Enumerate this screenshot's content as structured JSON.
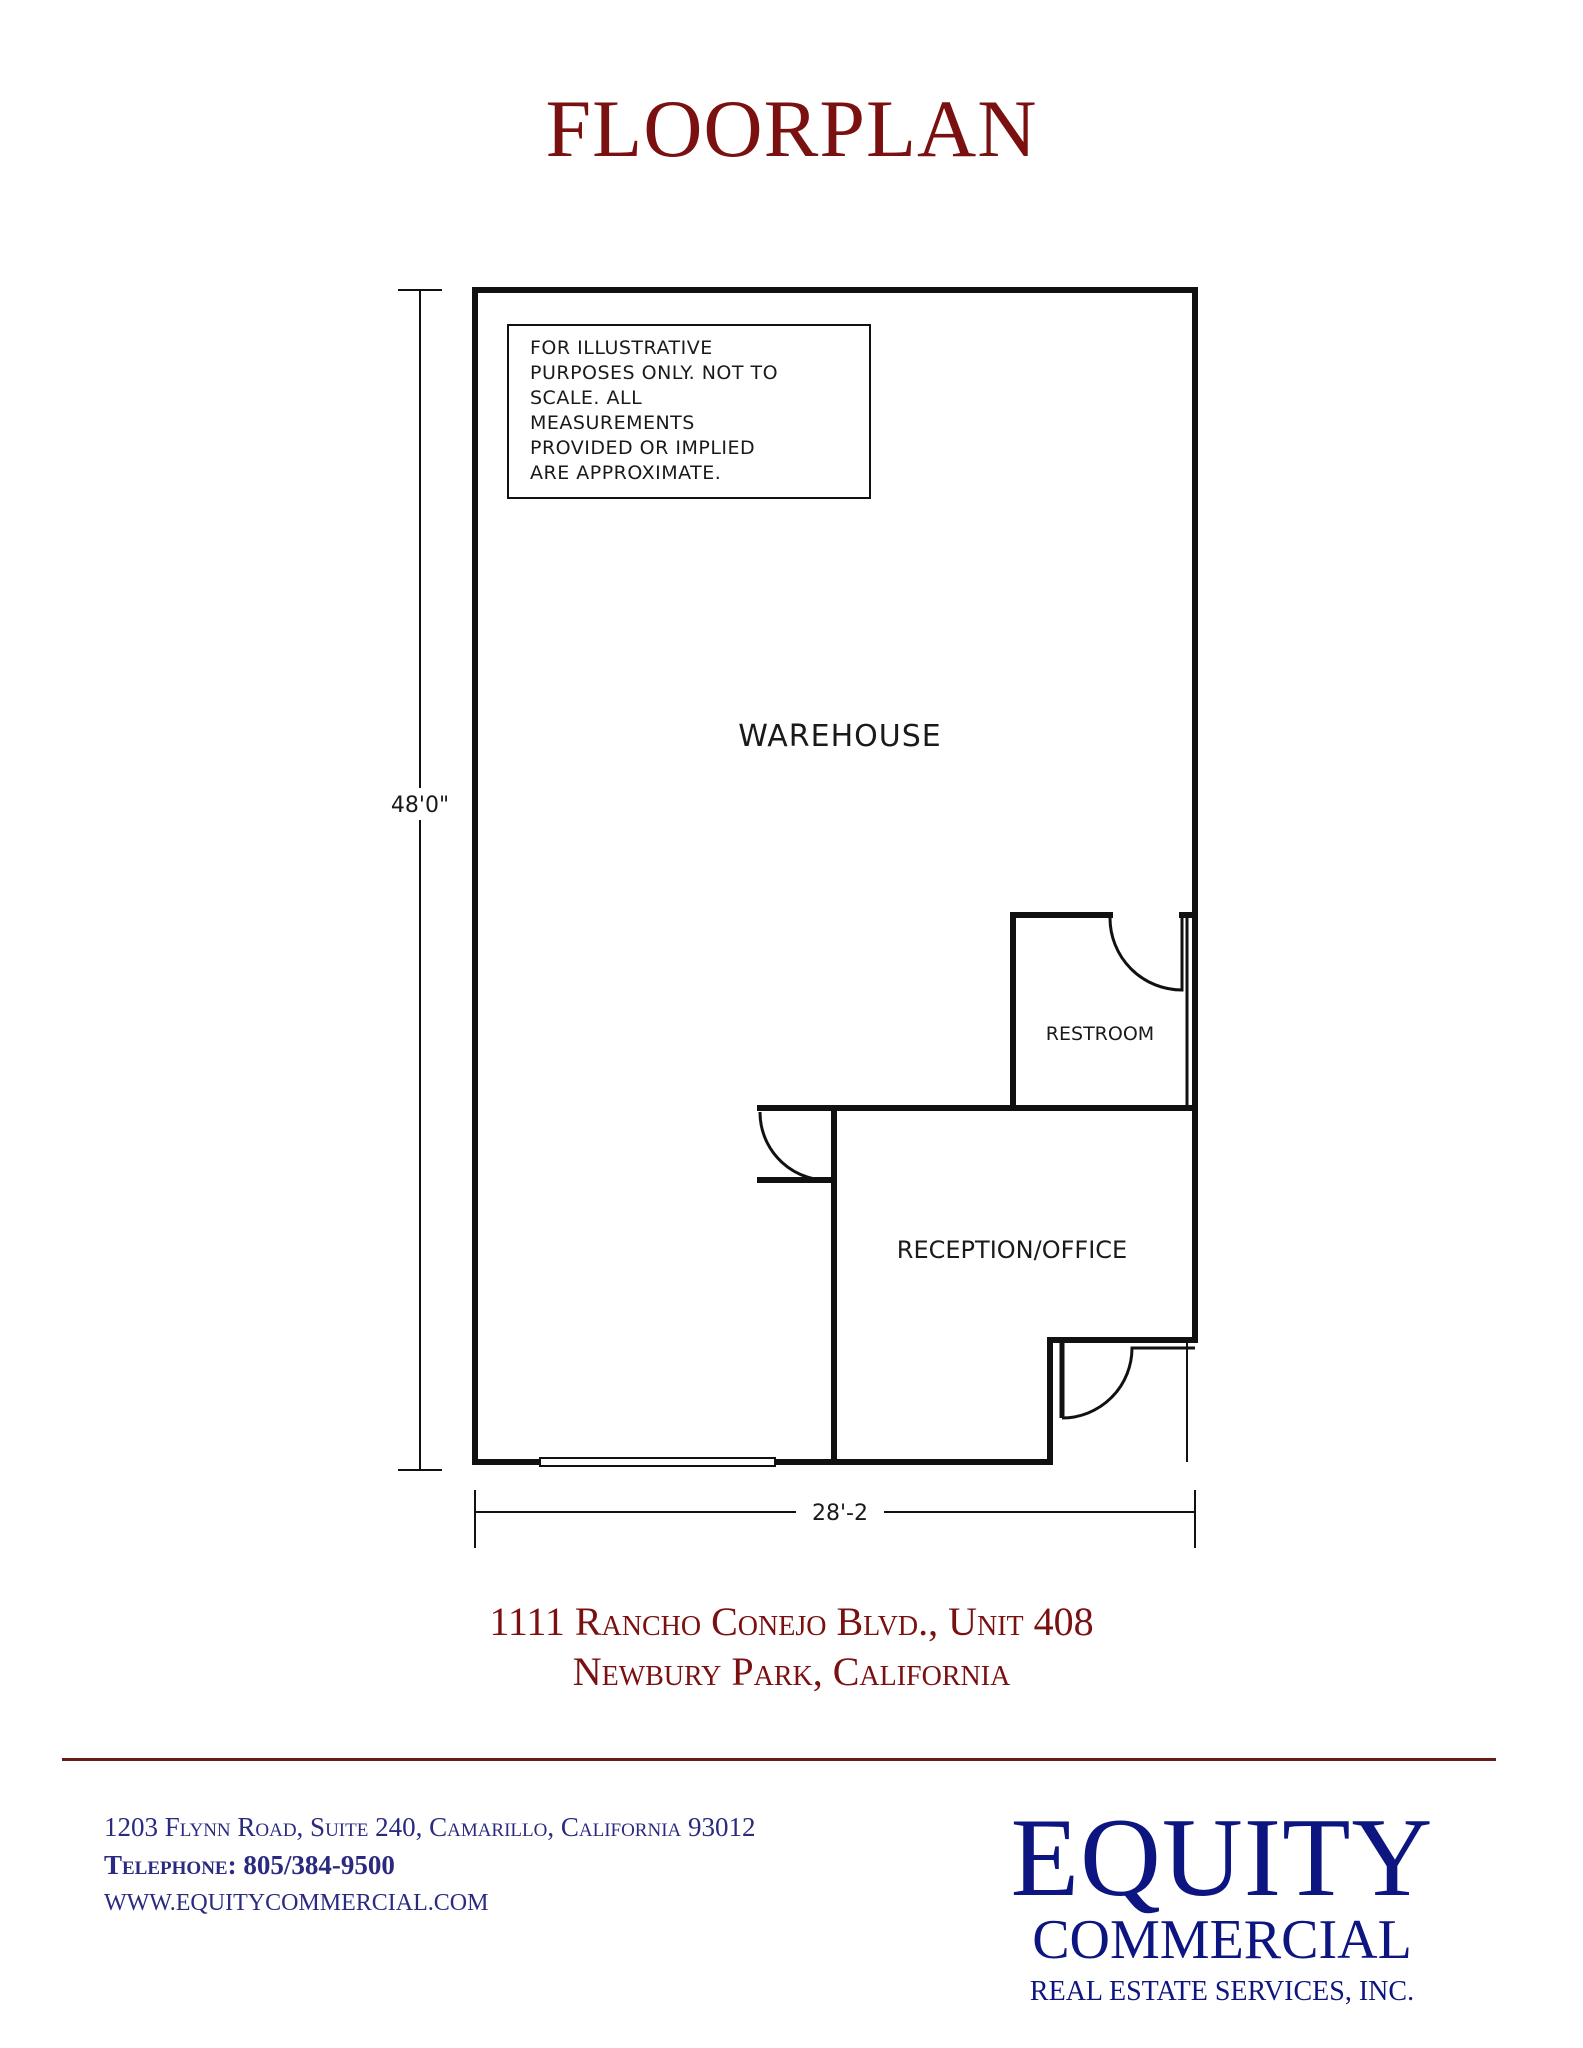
{
  "header": {
    "title": "FLOORPLAN"
  },
  "floorplan": {
    "disclaimer_lines": [
      "FOR ILLUSTRATIVE",
      "PURPOSES ONLY.  NOT TO",
      "SCALE.  ALL",
      "MEASUREMENTS",
      "PROVIDED OR IMPLIED",
      "ARE APPROXIMATE."
    ],
    "rooms": {
      "warehouse": "WAREHOUSE",
      "restroom": "RESTROOM",
      "reception": "RECEPTION/OFFICE"
    },
    "dimensions": {
      "height": "48'0\"",
      "width": "28'-2"
    }
  },
  "property": {
    "address_line1": "1111 Rancho Conejo Blvd., Unit 408",
    "address_line2": "Newbury Park, California"
  },
  "footer": {
    "office_address": "1203 Flynn Road, Suite 240, Camarillo, California  93012",
    "telephone_label": "Telephone:",
    "telephone_number": "805/384-9500",
    "website": "WWW.EQUITYCOMMERCIAL.COM"
  },
  "brand": {
    "name_main": "EQUITY",
    "name_sub": "COMMERCIAL",
    "tagline": "REAL ESTATE SERVICES, INC."
  },
  "colors": {
    "title": "#7a1010",
    "address": "#7a1010",
    "footer_text": "#2a2a80",
    "brand": "#0d1580",
    "rule": "#6b1a1a"
  }
}
